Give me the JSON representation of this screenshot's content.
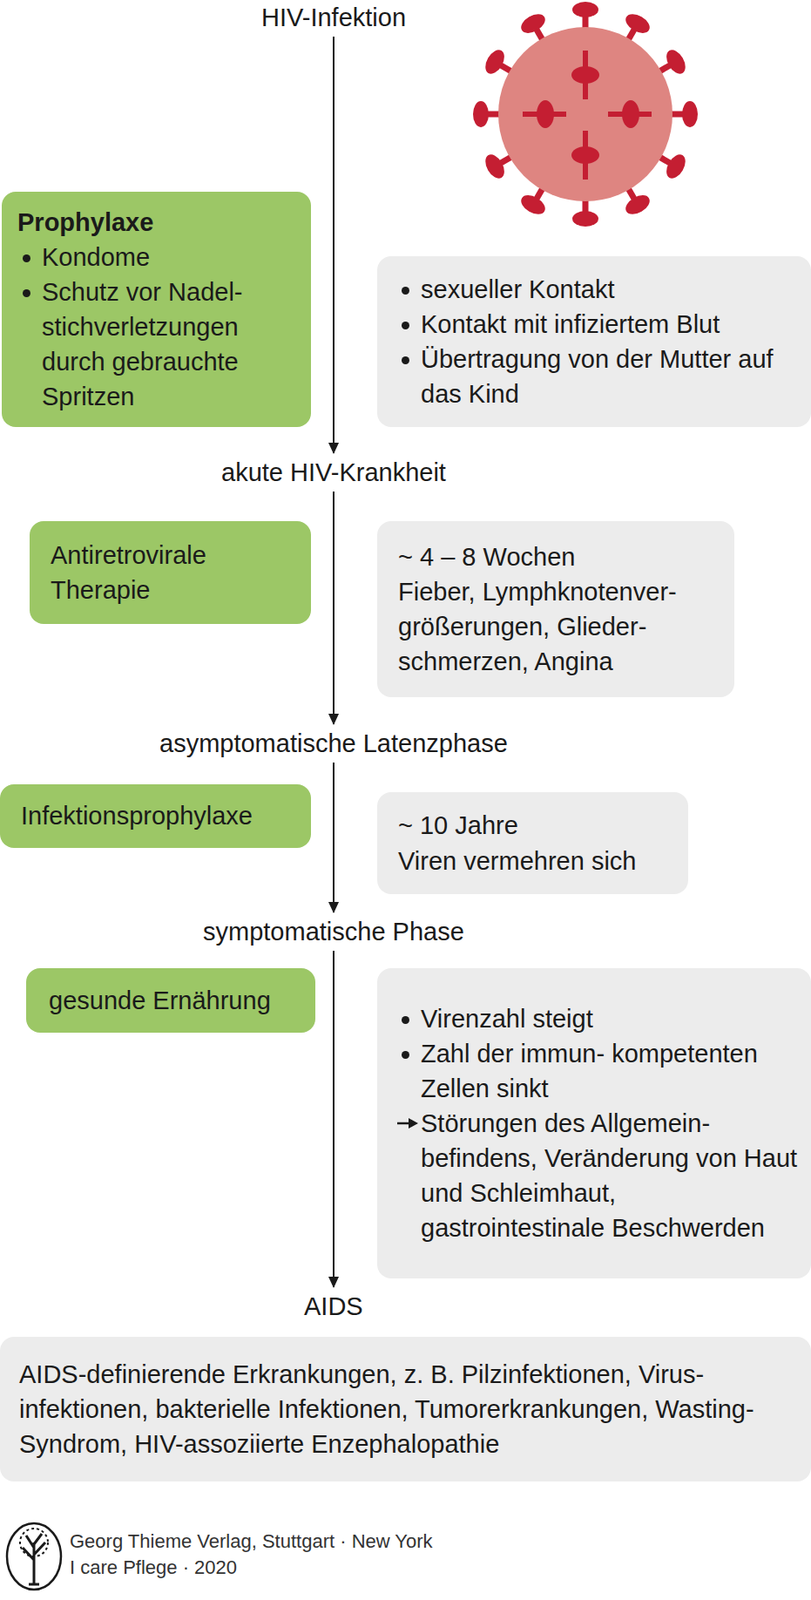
{
  "diagram": {
    "nodes": [
      {
        "text": [
          "HIV-Infektion"
        ]
      },
      {
        "text": [
          "Prophylaxe",
          "Kondome",
          "Schutz vor Nadel- stichverletzungen durch gebrauchte Spritzen"
        ]
      },
      {
        "text": [
          "sexueller Kontakt",
          "Kontakt mit infiziertem Blut",
          "Übertragung von der Mutter auf das Kind"
        ]
      },
      {
        "text": [
          "akute HIV-Krankheit"
        ]
      },
      {
        "text": [
          "Antiretrovirale Therapie"
        ]
      },
      {
        "text": [
          "~ 4 – 8 Wochen",
          "Fieber, Lymphknotenver- größerungen, Glieder- schmerzen, Angina"
        ]
      },
      {
        "text": [
          "asymptomatische Latenzphase"
        ]
      },
      {
        "text": [
          "Infektionsprophylaxe"
        ]
      },
      {
        "text": [
          "~ 10 Jahre",
          "Viren vermehren sich"
        ]
      },
      {
        "text": [
          "symptomatische Phase"
        ]
      },
      {
        "text": [
          "gesunde Ernährung"
        ]
      },
      {
        "text": [
          "Virenzahl steigt",
          "Zahl der immun- kompetenten Zellen sinkt",
          "Störungen des Allgemein- befindens, Veränderung von Haut und Schleimhaut, gastrointestinale Beschwerden"
        ]
      },
      {
        "text": [
          "AIDS"
        ]
      },
      {
        "text": [
          "AIDS-definierende Erkrankungen, z. B. Pilzinfektionen, Virus- infektionen, bakterielle Infektionen, Tumorerkrankungen, Wasting-Syndrom, HIV-assoziierte Enzephalopathie"
        ]
      }
    ],
    "edges": [
      {
        "from": 0,
        "to": 3,
        "arrow": "to"
      },
      {
        "from": 3,
        "to": 6,
        "arrow": "to"
      },
      {
        "from": 6,
        "to": 9,
        "arrow": "to"
      },
      {
        "from": 9,
        "to": 12,
        "arrow": "to"
      }
    ],
    "labels": [
      "Georg Thieme Verlag, Stuttgart · New York",
      "I care Pflege · 2020"
    ]
  }
}
